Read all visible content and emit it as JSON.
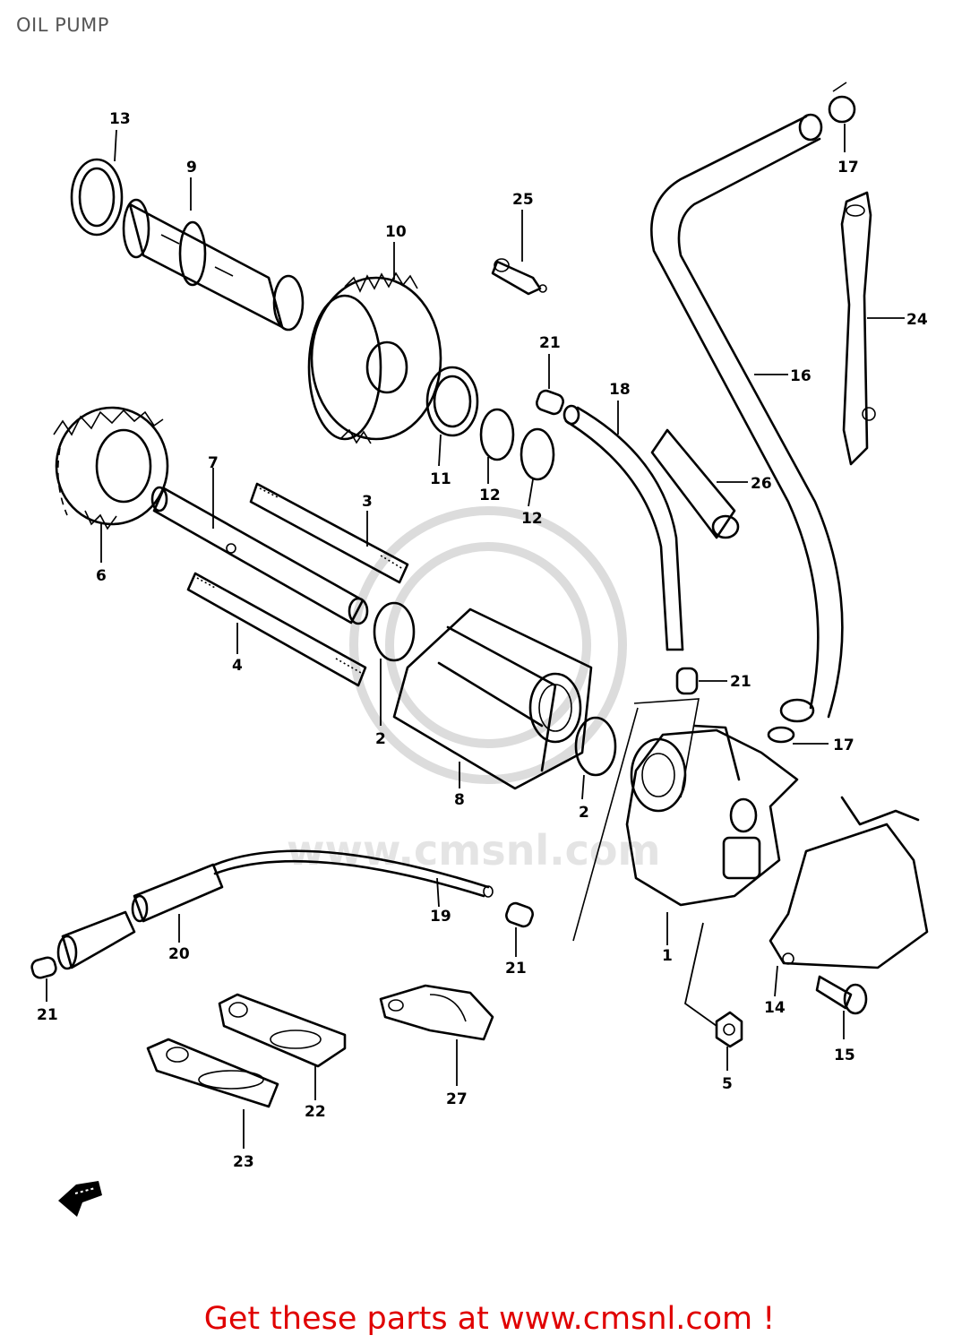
{
  "title": "OIL PUMP",
  "footer": "Get these parts at www.cmsnl.com !",
  "watermark": "www.cmsnl.com",
  "colors": {
    "footer_text": "#e00000",
    "title_text": "#555555",
    "watermark": "#dcdcdc"
  },
  "callouts": {
    "c13": "13",
    "c9": "9",
    "c10": "10",
    "c25": "25",
    "c17a": "17",
    "c24": "24",
    "c16": "16",
    "c21a": "21",
    "c18": "18",
    "c11": "11",
    "c12a": "12",
    "c12b": "12",
    "c26": "26",
    "c6": "6",
    "c7": "7",
    "c3": "3",
    "c4": "4",
    "c2a": "2",
    "c2b": "2",
    "c8": "8",
    "c21b": "21",
    "c17b": "17",
    "c19": "19",
    "c20": "20",
    "c21c": "21",
    "c21d": "21",
    "c1": "1",
    "c14": "14",
    "c15": "15",
    "c5": "5",
    "c22": "22",
    "c23": "23",
    "c27": "27"
  },
  "icons": {
    "front_arrow": "arrow-left-icon"
  }
}
